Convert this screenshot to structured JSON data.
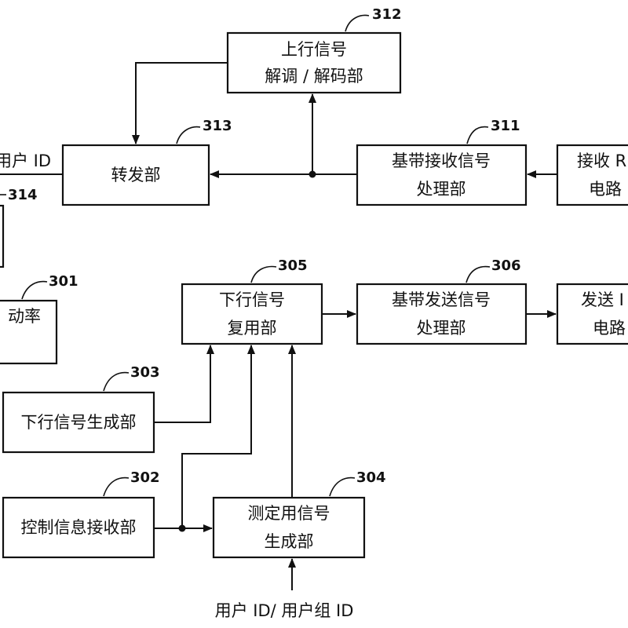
{
  "blocks": {
    "uplink_decode": {
      "line1": "上行信号",
      "line2": "解调 / 解码部"
    },
    "forwarding": {
      "label": "转发部"
    },
    "baseband_rx": {
      "line1": "基带接收信号",
      "line2": "处理部"
    },
    "rx_rf": {
      "line1": "接收 R",
      "line2": "电路"
    },
    "left_top": {
      "label": "用户 ID"
    },
    "power_ratio": {
      "line1": "动率",
      "line2": ""
    },
    "downlink_mux": {
      "line1": "下行信号",
      "line2": "复用部"
    },
    "baseband_tx": {
      "line1": "基带发送信号",
      "line2": "处理部"
    },
    "tx_rf": {
      "line1": "发送 I",
      "line2": "电路"
    },
    "downlink_gen": {
      "label": "下行信号生成部"
    },
    "control_rx": {
      "label": "控制信息接收部"
    },
    "measurement_gen": {
      "line1": "测定用信号",
      "line2": "生成部"
    }
  },
  "refs": {
    "r312": "312",
    "r313": "313",
    "r311": "311",
    "r314": "314",
    "r301": "301",
    "r305": "305",
    "r306": "306",
    "r303": "303",
    "r302": "302",
    "r304": "304"
  },
  "inputs": {
    "bottom": "用户 ID/ 用户组 ID"
  }
}
